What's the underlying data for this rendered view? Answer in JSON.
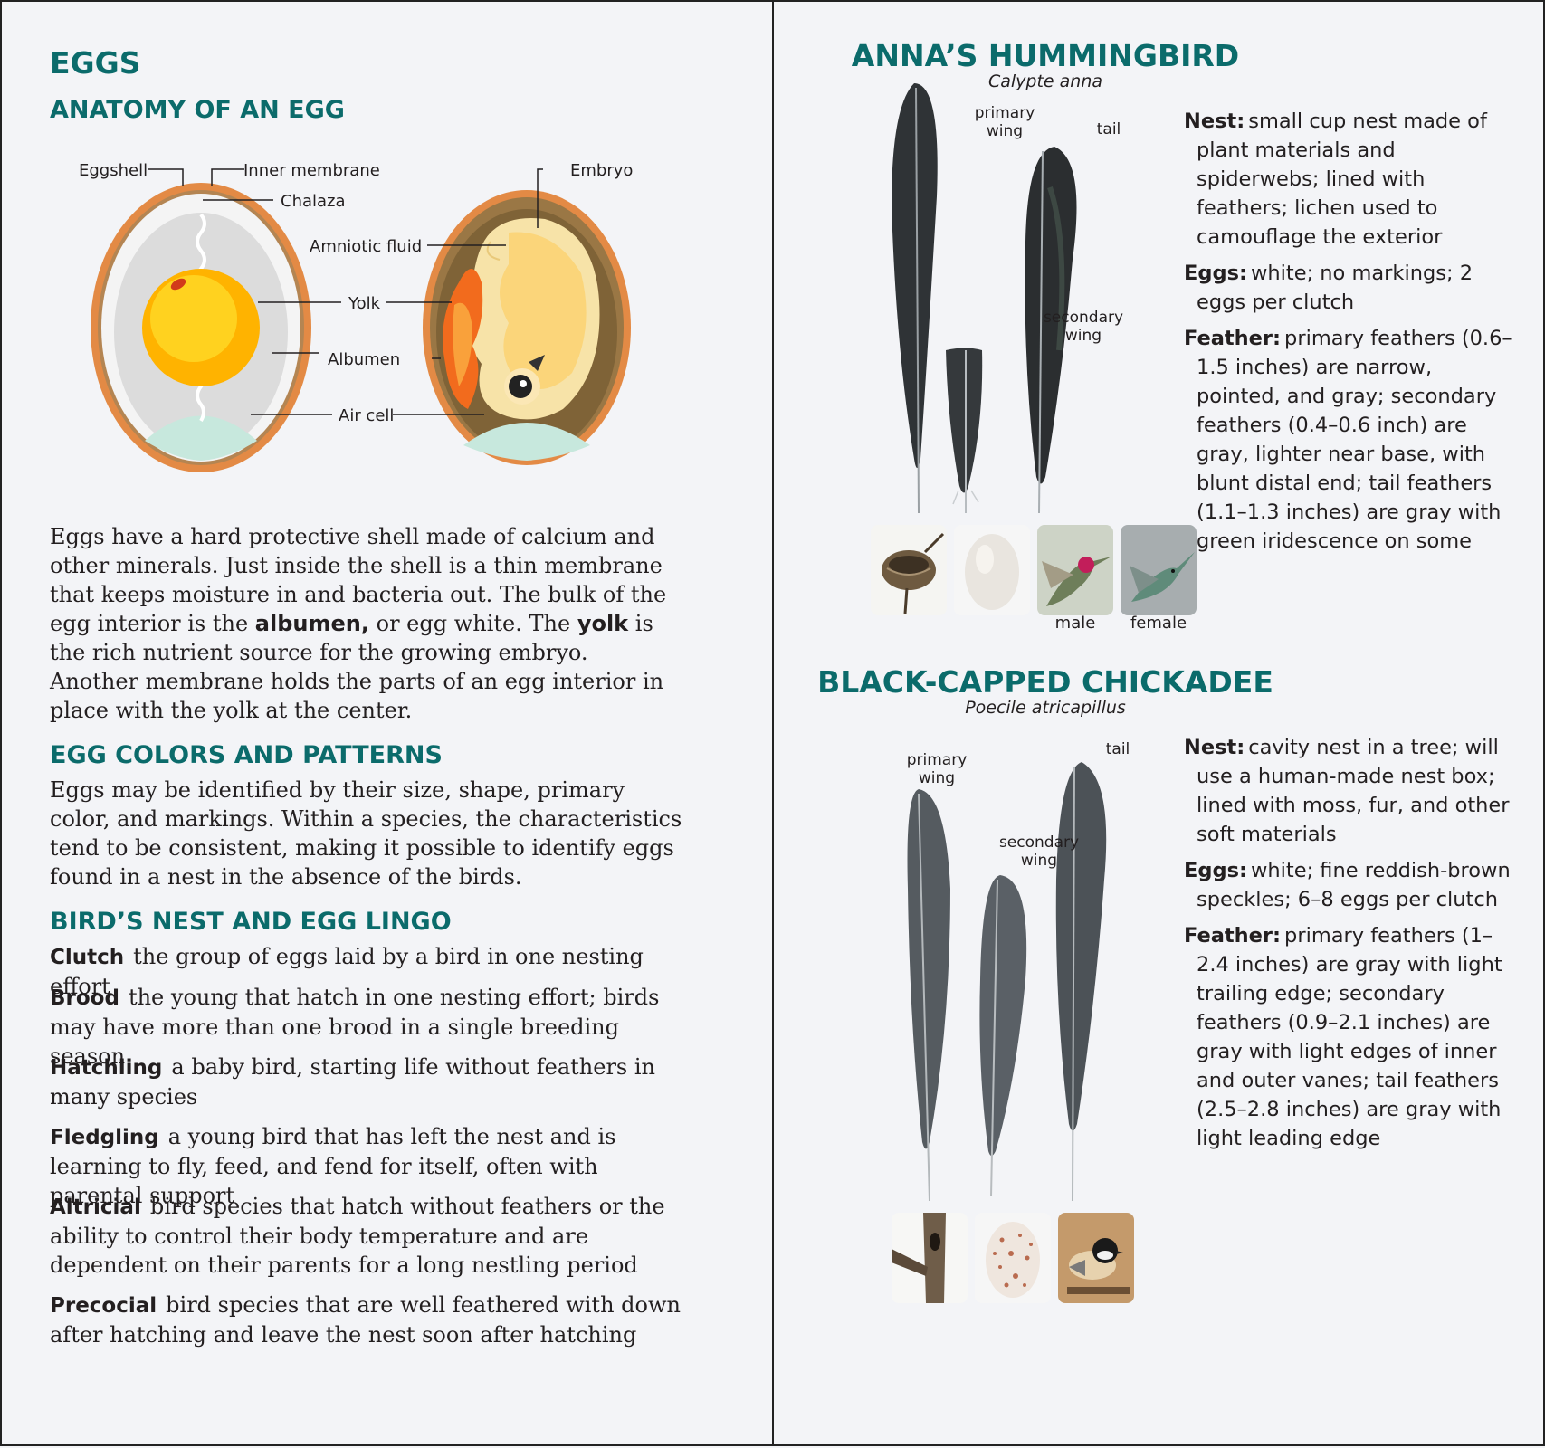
{
  "left": {
    "title": "EGGS",
    "anatomy_heading": "ANATOMY OF AN EGG",
    "diagram_labels": {
      "eggshell": "Eggshell",
      "inner_membrane": "Inner membrane",
      "chalaza": "Chalaza",
      "embryo": "Embryo",
      "amniotic_fluid": "Amniotic fluid",
      "yolk": "Yolk",
      "albumen": "Albumen",
      "air_cell": "Air cell"
    },
    "intro": {
      "part1": "Eggs have a hard protective shell made of calcium and other minerals. Just inside the shell is a thin membrane that keeps moisture in and bacteria out. The bulk of the egg interior is the ",
      "bold1": "albumen,",
      "part2": " or egg white. The ",
      "bold2": "yolk",
      "part3": " is the rich nutrient source for the growing embryo. Another membrane holds the parts of an egg interior in place with the yolk at the center."
    },
    "colors_heading": "EGG COLORS AND PATTERNS",
    "colors_text": "Eggs may be identified by their size, shape, primary color, and markings. Within a species, the characteristics tend to be consistent, making it possible to identify eggs found in a nest in the absence of the birds.",
    "lingo_heading": "BIRD’S NEST AND EGG LINGO",
    "lingo": [
      {
        "term": "Clutch",
        "def": "the group of eggs laid by a bird in one nesting effort"
      },
      {
        "term": "Brood",
        "def": "the young that hatch in one nesting effort; birds may have more than one brood in a single breeding season"
      },
      {
        "term": "Hatchling",
        "def": "a baby bird, starting life without feathers in many species"
      },
      {
        "term": "Fledgling",
        "def": "a young bird that has left the nest and is learning to fly, feed, and fend for itself, often with parental support"
      },
      {
        "term": "Altricial",
        "def": "bird species that hatch without feathers or the ability to control their body temperature and are dependent on their parents for a long nestling period"
      },
      {
        "term": "Precocial",
        "def": "bird species that are well feathered with down after hatching and leave the nest soon after hatching"
      }
    ]
  },
  "right": {
    "hummingbird": {
      "name": "ANNA’S HUMMINGBIRD",
      "scientific": "Calypte anna",
      "labels": {
        "primary": "primary\nwing",
        "secondary": "secondary\nwing",
        "tail": "tail",
        "male": "male",
        "female": "female"
      },
      "nest_label": "Nest:",
      "nest": "small cup nest made of plant materials and spiderwebs; lined with feathers; lichen used to camouflage the exterior",
      "eggs_label": "Eggs:",
      "eggs": "white; no markings; 2 eggs per clutch",
      "feather_label": "Feather:",
      "feather": "primary feathers (0.6–1.5 inches) are narrow, pointed, and gray; secondary feathers (0.4–0.6 inch) are gray, lighter near base, with blunt distal end; tail feathers (1.1–1.3 inches) are gray with green iridescence on some"
    },
    "chickadee": {
      "name": "BLACK-CAPPED CHICKADEE",
      "scientific": "Poecile atricapillus",
      "labels": {
        "primary": "primary\nwing",
        "secondary": "secondary\nwing",
        "tail": "tail"
      },
      "nest_label": "Nest:",
      "nest": "cavity nest in a tree; will use a human-made nest box; lined with moss, fur, and other soft materials",
      "eggs_label": "Eggs:",
      "eggs": "white; fine reddish-brown speckles; 6–8 eggs per clutch",
      "feather_label": "Feather:",
      "feather": "primary feathers (1–2.4 inches) are gray with light trailing edge; secondary feathers (0.9–2.1 inches) are gray with light edges of inner and outer vanes; tail feathers (2.5–2.8 inches) are gray with light leading edge"
    }
  }
}
